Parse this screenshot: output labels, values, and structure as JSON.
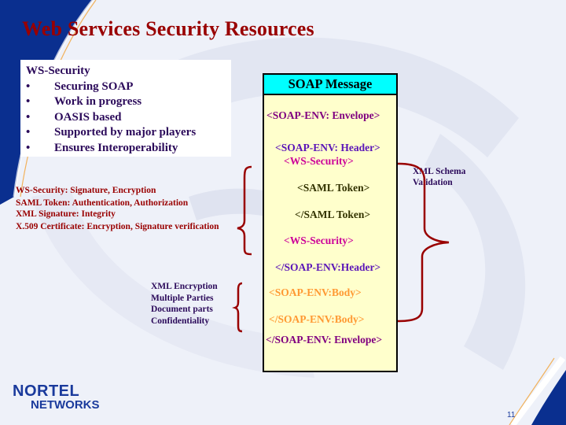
{
  "slide": {
    "title": "Web Services Security Resources",
    "page_number": "11"
  },
  "ws_security_box": {
    "heading": "WS-Security",
    "items": [
      "Securing SOAP",
      "Work in progress",
      "OASIS based",
      "Supported by major players",
      "Ensures Interoperability"
    ],
    "bullet": "•"
  },
  "header_annotations": [
    "WS-Security: Signature, Encryption",
    "SAML Token: Authentication, Authorization",
    "XML Signature: Integrity",
    "X.509 Certificate: Encryption, Signature verification"
  ],
  "body_annotations": [
    "XML Encryption",
    "Multiple Parties",
    "Document parts",
    "Confidentiality"
  ],
  "schema_annotation": [
    "XML Schema",
    "Validation"
  ],
  "soap_message": {
    "heading": "SOAP Message",
    "envelope_open": "<SOAP-ENV: Envelope>",
    "header_open": "<SOAP-ENV: Header>",
    "ws_security_open": "<WS-Security>",
    "saml_open": "<SAML Token>",
    "saml_close": "</SAML Token>",
    "ws_security_close": "<WS-Security>",
    "header_close": "</SOAP-ENV:Header>",
    "body_open": "<SOAP-ENV:Body>",
    "body_close": "</SOAP-ENV:Body>",
    "envelope_close": "</SOAP-ENV: Envelope>"
  },
  "logo": {
    "line1": "NORTEL",
    "line2": "NETWORKS"
  },
  "colors": {
    "title": "#990000",
    "brace": "#990000",
    "soap_header_bg": "#00ffff",
    "soap_body_bg": "#ffffcc",
    "brand_blue": "#1a3a9c"
  }
}
